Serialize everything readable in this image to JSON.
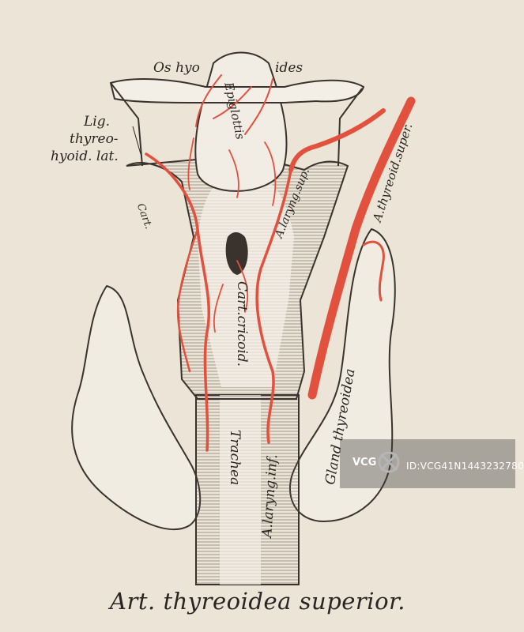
{
  "caption": "Art. thyreoidea superior.",
  "labels": {
    "os_hyoides_left": "Os hyo",
    "os_hyoides_right": "ides",
    "lig_line1": "Lig.",
    "lig_line2": "thyreo-",
    "lig_line3": "hyoid. lat.",
    "epiglottis": "Epiglottis",
    "a_laryng_sup": "A.laryng.sup.",
    "a_thyreoid_super": "A.thyreoid.super.",
    "cart_cricoid": "Cart.cricoid.",
    "trachea": "Trachea",
    "a_laryng_inf": "A.laryng.inf.",
    "gland_thyreoidea": "Gland thyreoidea",
    "cartilage_small": "Cart."
  },
  "watermark": {
    "logo_text": "VCG",
    "id_text": "ID:VCG41N1443232780"
  },
  "colors": {
    "background": "#ece4d6",
    "artery": "#e2503e",
    "ink": "#2a2522"
  }
}
